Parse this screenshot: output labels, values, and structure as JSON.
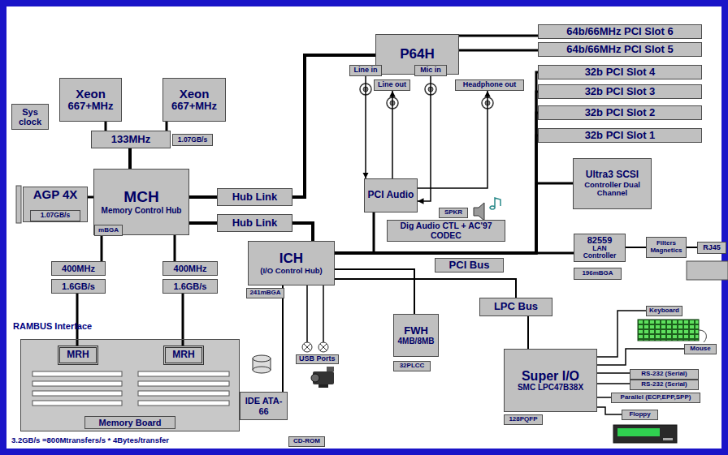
{
  "diagram": {
    "nodes": [
      {
        "text": [
          "P64H"
        ]
      },
      {
        "text": [
          "64b/66MHz PCI Slot 6"
        ]
      },
      {
        "text": [
          "64b/66MHz PCI Slot 5"
        ]
      },
      {
        "text": [
          "32b PCI Slot 4"
        ]
      },
      {
        "text": [
          "32b PCI Slot 3"
        ]
      },
      {
        "text": [
          "32b PCI Slot 2"
        ]
      },
      {
        "text": [
          "32b PCI Slot 1"
        ]
      },
      {
        "text": [
          "Xeon",
          "667+MHz"
        ]
      },
      {
        "text": [
          "Xeon",
          "667+MHz"
        ]
      },
      {
        "text": [
          "Sys clock"
        ]
      },
      {
        "text": [
          "133MHz"
        ]
      },
      {
        "text": [
          "1.07GB/s"
        ]
      },
      {
        "text": [
          "MCH",
          "Memory Control Hub"
        ]
      },
      {
        "text": [
          "mBGA"
        ],
        "in": 12
      },
      {
        "text": [
          "AGP 4X"
        ]
      },
      {
        "text": [
          "1.07GB/s"
        ],
        "in": 14
      },
      {
        "text": [
          "Hub Link"
        ]
      },
      {
        "text": [
          "Hub Link"
        ]
      },
      {
        "text": [
          "Line in"
        ]
      },
      {
        "text": [
          "Line out"
        ]
      },
      {
        "text": [
          "Mic in"
        ]
      },
      {
        "text": [
          "Headphone out"
        ]
      },
      {
        "text": [
          "PCI Audio"
        ]
      },
      {
        "text": [
          "SPKR"
        ]
      },
      {
        "text": [
          "Dig Audio CTL + AC'97 CODEC"
        ]
      },
      {
        "text": [
          "PCI Bus"
        ]
      },
      {
        "text": [
          "Ultra3 SCSI",
          "Controller Dual Channel"
        ]
      },
      {
        "text": [
          "82559",
          "LAN Controller"
        ]
      },
      {
        "text": [
          "196mBGA"
        ]
      },
      {
        "text": [
          "Filters Magnetics"
        ]
      },
      {
        "text": [
          "RJ45"
        ]
      },
      {
        "text": [
          "ICH",
          "(I/O Control Hub)"
        ]
      },
      {
        "text": [
          "241mBGA"
        ]
      },
      {
        "text": [
          "400MHz"
        ]
      },
      {
        "text": [
          "1.6GB/s"
        ]
      },
      {
        "text": [
          "400MHz"
        ]
      },
      {
        "text": [
          "1.6GB/s"
        ]
      },
      {
        "text": [
          "FWH",
          "4MB/8MB"
        ]
      },
      {
        "text": [
          "32PLCC"
        ]
      },
      {
        "text": [
          "LPC Bus"
        ]
      },
      {
        "text": [
          "Keyboard"
        ]
      },
      {
        "text": [
          "Mouse"
        ]
      },
      {
        "text": [
          "Super I/O",
          "SMC LPC47B38X"
        ]
      },
      {
        "text": [
          "128PQFP"
        ]
      },
      {
        "text": [
          "RS-232 (Serial)"
        ]
      },
      {
        "text": [
          "RS-232 (Serial)"
        ]
      },
      {
        "text": [
          "Parallel (ECP,EPP,SPP)"
        ]
      },
      {
        "text": [
          "Floppy"
        ]
      },
      {
        "text": [
          "Memory Board"
        ]
      },
      {
        "text": [
          "MRH"
        ],
        "in": 48
      },
      {
        "text": [
          "MRH"
        ],
        "in": 48
      },
      {
        "text": [
          "IDE ATA-66"
        ]
      },
      {
        "text": [
          "CD-ROM"
        ]
      }
    ],
    "edges": [
      {
        "from": 7,
        "to": 10,
        "arrow": "none"
      },
      {
        "from": 8,
        "to": 10,
        "arrow": "none"
      },
      {
        "from": 10,
        "to": 12,
        "arrow": "none"
      },
      {
        "from": 12,
        "to": 16,
        "arrow": "none"
      },
      {
        "from": 16,
        "to": 0,
        "arrow": "none"
      },
      {
        "from": 12,
        "to": 17,
        "arrow": "none"
      },
      {
        "from": 17,
        "to": 31,
        "arrow": "none"
      },
      {
        "from": 0,
        "to": 1,
        "arrow": "none"
      },
      {
        "from": 0,
        "to": 2,
        "arrow": "none"
      },
      {
        "from": 31,
        "to": 3,
        "arrow": "none"
      },
      {
        "from": 31,
        "to": 4,
        "arrow": "none"
      },
      {
        "from": 31,
        "to": 5,
        "arrow": "none"
      },
      {
        "from": 31,
        "to": 6,
        "arrow": "none"
      },
      {
        "from": 31,
        "to": 26,
        "arrow": "none"
      },
      {
        "from": 31,
        "to": 27,
        "arrow": "none"
      },
      {
        "from": 31,
        "to": 22,
        "arrow": "none"
      },
      {
        "from": 18,
        "to": 22,
        "arrow": "to"
      },
      {
        "from": 22,
        "to": 19,
        "arrow": "to"
      },
      {
        "from": 20,
        "to": 22,
        "arrow": "to"
      },
      {
        "from": 22,
        "to": 21,
        "arrow": "to"
      },
      {
        "from": 27,
        "to": 29,
        "arrow": "none"
      },
      {
        "from": 29,
        "to": 30,
        "arrow": "none"
      },
      {
        "from": 12,
        "to": 14,
        "arrow": "none"
      },
      {
        "from": 12,
        "to": 33,
        "arrow": "none"
      },
      {
        "from": 34,
        "to": 49,
        "arrow": "none"
      },
      {
        "from": 12,
        "to": 35,
        "arrow": "none"
      },
      {
        "from": 36,
        "to": 50,
        "arrow": "none"
      },
      {
        "from": 31,
        "to": 51,
        "arrow": "none"
      },
      {
        "from": 31,
        "to": 37,
        "arrow": "none"
      },
      {
        "from": 31,
        "to": 39,
        "arrow": "none"
      },
      {
        "from": 39,
        "to": 42,
        "arrow": "none"
      },
      {
        "from": 42,
        "to": 40,
        "arrow": "none"
      },
      {
        "from": 42,
        "to": 41,
        "arrow": "none"
      },
      {
        "from": 42,
        "to": 44,
        "arrow": "none"
      },
      {
        "from": 42,
        "to": 45,
        "arrow": "none"
      },
      {
        "from": 42,
        "to": 46,
        "arrow": "none"
      },
      {
        "from": 42,
        "to": 47,
        "arrow": "none"
      }
    ],
    "labels": [
      "RAMBUS Interface",
      "USB Ports",
      "3.2GB/s =800Mtransfers/s * 4Bytes/transfer"
    ]
  }
}
